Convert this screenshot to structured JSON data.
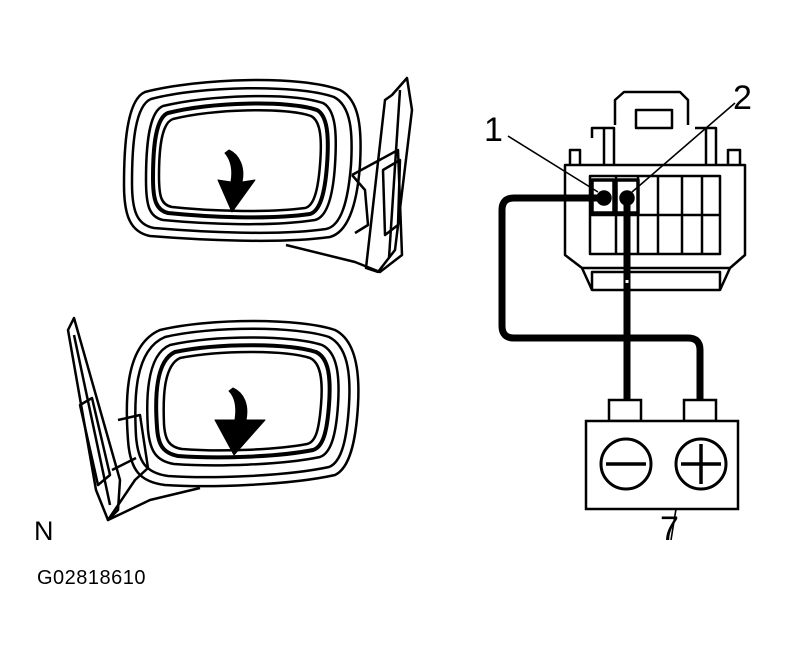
{
  "callouts": {
    "pin_1": "1",
    "pin_2": "2",
    "battery": "7"
  },
  "orientation_mark": "N",
  "figure_code": "G02818610",
  "battery": {
    "negative_symbol": "minus-symbol",
    "positive_symbol": "plus-symbol"
  },
  "colors": {
    "line": "#000000",
    "background": "#ffffff"
  }
}
